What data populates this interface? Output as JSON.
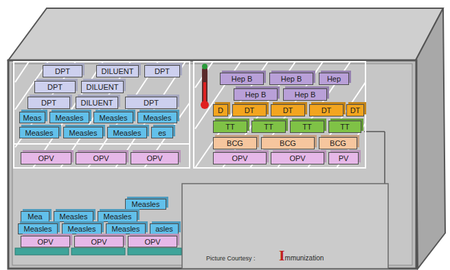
{
  "diagram": {
    "nodes": [
      {
        "text": [
          "DPT"
        ]
      },
      {
        "text": [
          "DILUENT"
        ]
      },
      {
        "text": [
          "DPT"
        ]
      },
      {
        "text": [
          "DPT"
        ]
      },
      {
        "text": [
          "DILUENT"
        ]
      },
      {
        "text": [
          "DPT"
        ]
      },
      {
        "text": [
          "DILUENT"
        ]
      },
      {
        "text": [
          "DPT"
        ]
      },
      {
        "text": [
          "Meas"
        ]
      },
      {
        "text": [
          "Measles"
        ]
      },
      {
        "text": [
          "Measles"
        ]
      },
      {
        "text": [
          "Measles"
        ]
      },
      {
        "text": [
          "Measles"
        ]
      },
      {
        "text": [
          "Measles"
        ]
      },
      {
        "text": [
          "Measles"
        ]
      },
      {
        "text": [
          "es"
        ]
      },
      {
        "text": [
          "OPV"
        ]
      },
      {
        "text": [
          "OPV"
        ]
      },
      {
        "text": [
          "OPV"
        ]
      },
      {
        "text": [
          "Hep B"
        ]
      },
      {
        "text": [
          "Hep B"
        ]
      },
      {
        "text": [
          "Hep"
        ]
      },
      {
        "text": [
          "Hep B"
        ]
      },
      {
        "text": [
          "Hep B"
        ]
      },
      {
        "text": [
          "D"
        ]
      },
      {
        "text": [
          "DT"
        ]
      },
      {
        "text": [
          "DT"
        ]
      },
      {
        "text": [
          "DT"
        ]
      },
      {
        "text": [
          "DT"
        ]
      },
      {
        "text": [
          "TT"
        ]
      },
      {
        "text": [
          "TT"
        ]
      },
      {
        "text": [
          "TT"
        ]
      },
      {
        "text": [
          "TT"
        ]
      },
      {
        "text": [
          "BCG"
        ]
      },
      {
        "text": [
          "BCG"
        ]
      },
      {
        "text": [
          "BCG"
        ]
      },
      {
        "text": [
          "OPV"
        ]
      },
      {
        "text": [
          "OPV"
        ]
      },
      {
        "text": [
          "PV"
        ]
      },
      {
        "text": [
          "Measles"
        ]
      },
      {
        "text": [
          "Mea"
        ]
      },
      {
        "text": [
          "Measles"
        ]
      },
      {
        "text": [
          "Measles"
        ]
      },
      {
        "text": [
          "Measles"
        ]
      },
      {
        "text": [
          "Measles"
        ]
      },
      {
        "text": [
          "Measles"
        ]
      },
      {
        "text": [
          "asles"
        ]
      },
      {
        "text": [
          "OPV"
        ]
      },
      {
        "text": [
          "OPV"
        ]
      },
      {
        "text": [
          "OPV"
        ]
      }
    ],
    "labels": [
      "Picture Courtesy :",
      "Immunization"
    ]
  }
}
